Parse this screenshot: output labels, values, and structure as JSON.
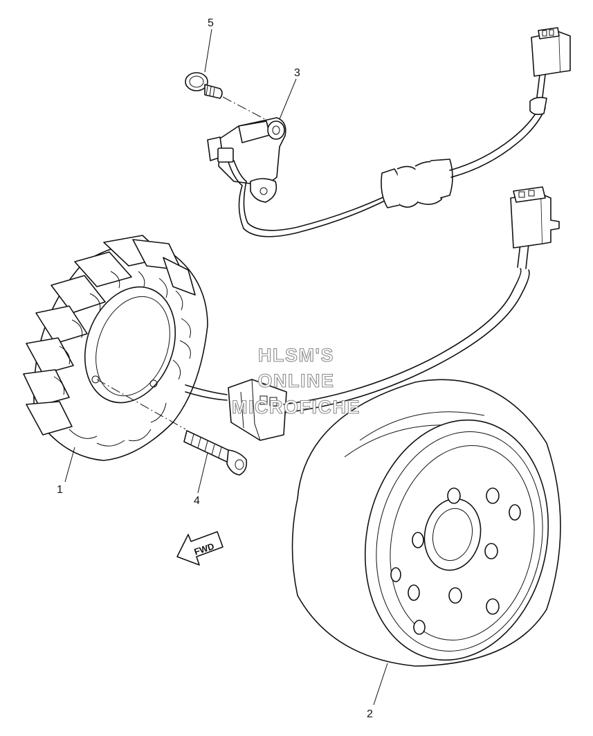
{
  "callouts": [
    "1",
    "2",
    "3",
    "4",
    "5"
  ],
  "watermark": {
    "line1": "HLSM'S",
    "line2": "ONLINE",
    "line3": "MICROFICHE"
  },
  "direction_label": "FWD",
  "parts": [
    "stator-assembly",
    "rotor-flywheel",
    "pickup-coil",
    "stator-bolt",
    "pickup-coil-screw"
  ]
}
